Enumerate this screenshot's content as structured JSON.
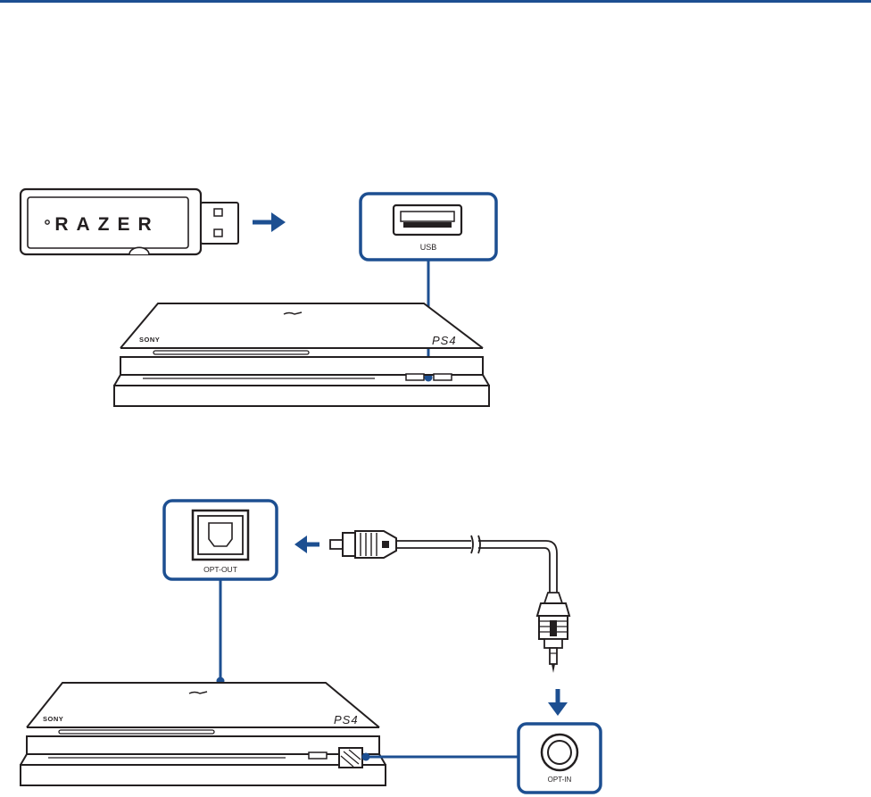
{
  "colors": {
    "accent": "#1d4f91",
    "line": "#231f20",
    "background": "#ffffff"
  },
  "dongle": {
    "brand": "RAZER"
  },
  "console": {
    "maker": "SONY",
    "model": "PS4"
  },
  "ports": {
    "usb": "USB",
    "opt_out": "OPT-OUT",
    "opt_in": "OPT-IN"
  }
}
